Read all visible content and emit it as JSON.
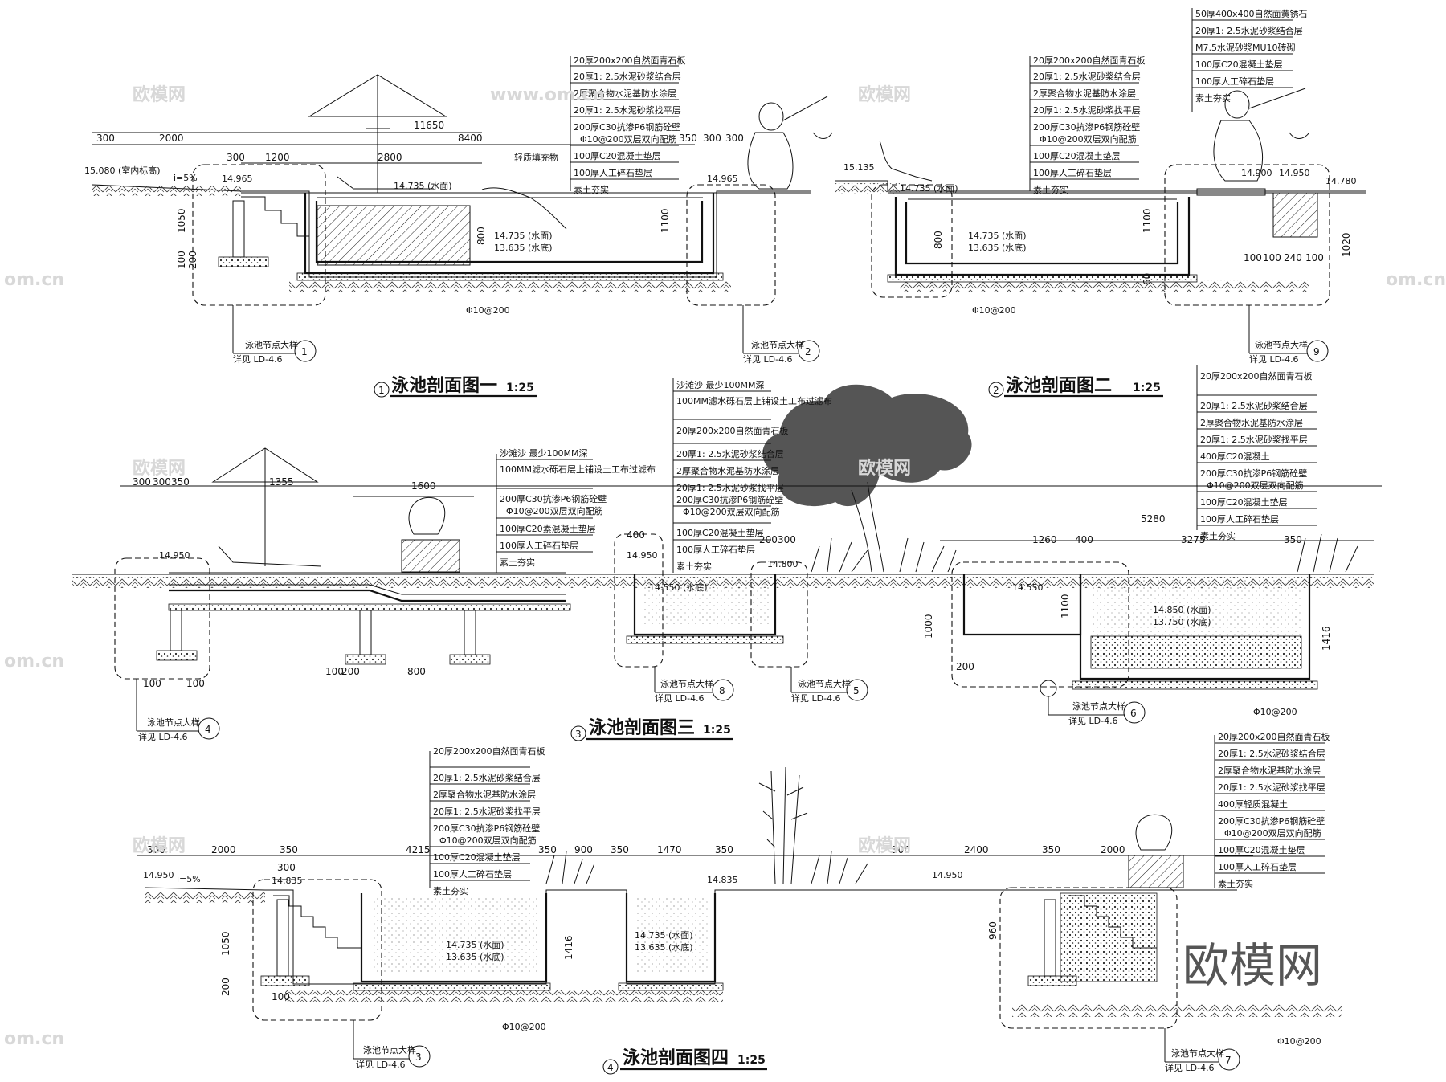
{
  "sections": [
    {
      "id": "s1",
      "number": "1",
      "title": "泳池剖面图一",
      "scale": "1:25",
      "dimensions": [
        "300",
        "2000",
        "11650",
        "8400",
        "300",
        "1200",
        "2800",
        "350",
        "300",
        "300",
        "1050",
        "1100",
        "800",
        "100",
        "200"
      ],
      "levels": [
        "15.080 (室内标高)",
        "14.965",
        "14.735 (水面)",
        "14.735 (水面)",
        "13.635 (水底)",
        "14.965"
      ],
      "slope": "i=5%",
      "labels": [
        "轻质填充物",
        "Φ10@200"
      ],
      "layers": [
        "20厚200x200自然面青石板",
        "20厚1: 2.5水泥砂浆结合层",
        "2厚聚合物水泥基防水涂层",
        "20厚1: 2.5水泥砂浆找平层",
        "200厚C30抗渗P6钢筋砼壁",
        "Φ10@200双层双向配筋",
        "100厚C20混凝土垫层",
        "100厚人工碎石垫层",
        "素土夯实"
      ],
      "callouts": [
        {
          "num": "1",
          "text": "泳池节点大样",
          "ref": "详见 LD-4.6"
        },
        {
          "num": "2",
          "text": "泳池节点大样",
          "ref": "详见 LD-4.6"
        }
      ]
    },
    {
      "id": "s2",
      "number": "2",
      "title": "泳池剖面图二",
      "scale": "1:25",
      "dimensions": [
        "1100",
        "800",
        "100",
        "100",
        "240",
        "100",
        "1020",
        "60"
      ],
      "levels": [
        "15.135",
        "14.735 (水面)",
        "14.735 (水面)",
        "13.635 (水底)",
        "14.900",
        "14.950",
        "14.780"
      ],
      "labels": [
        "Φ10@200"
      ],
      "layers": [
        "20厚200x200自然面青石板",
        "20厚1: 2.5水泥砂浆结合层",
        "2厚聚合物水泥基防水涂层",
        "20厚1: 2.5水泥砂浆找平层",
        "200厚C30抗渗P6钢筋砼壁",
        "Φ10@200双层双向配筋",
        "100厚C20混凝土垫层",
        "100厚人工碎石垫层",
        "素土夯实"
      ],
      "layers_top": [
        "50厚400x400自然面黄锈石",
        "20厚1: 2.5水泥砂浆结合层",
        "M7.5水泥砂浆MU10砖砌",
        "100厚C20混凝土垫层",
        "100厚人工碎石垫层",
        "素土夯实"
      ],
      "callouts": [
        {
          "num": "9",
          "text": "泳池节点大样",
          "ref": "详见 LD-4.6"
        }
      ]
    },
    {
      "id": "s3",
      "number": "3",
      "title": "泳池剖面图三",
      "scale": "1:25",
      "dimensions": [
        "300",
        "300",
        "350",
        "1355",
        "1600",
        "400",
        "800",
        "100",
        "200",
        "100",
        "100",
        "1000",
        "200",
        "300",
        "200",
        "5280",
        "1260",
        "400",
        "3275",
        "350",
        "1100",
        "1416"
      ],
      "levels": [
        "14.950",
        "14.950",
        "14.550 (水底)",
        "14.800",
        "14.850 (水面)",
        "13.750 (水底)",
        "14.550"
      ],
      "labels": [
        "Φ10@200"
      ],
      "layers_a": [
        "沙滩沙  最少100MM深",
        "100MM滤水砾石层上铺设土工布过滤布",
        "200厚C30抗渗P6钢筋砼壁",
        "Φ10@200双层双向配筋",
        "100厚C20素混凝土垫层",
        "100厚人工碎石垫层",
        "素土夯实"
      ],
      "layers_b": [
        "沙滩沙  最少100MM深",
        "100MM滤水砾石层上铺设土工布过滤布",
        "20厚200x200自然面青石板",
        "20厚1: 2.5水泥砂浆结合层",
        "2厚聚合物水泥基防水涂层",
        "20厚1: 2.5水泥砂浆找平层",
        "200厚C30抗渗P6钢筋砼壁",
        "Φ10@200双层双向配筋",
        "100厚C20混凝土垫层",
        "100厚人工碎石垫层",
        "素土夯实"
      ],
      "layers_c": [
        "20厚200x200自然面青石板",
        "20厚1: 2.5水泥砂浆结合层",
        "2厚聚合物水泥基防水涂层",
        "20厚1: 2.5水泥砂浆找平层",
        "400厚C20混凝土",
        "200厚C30抗渗P6钢筋砼壁",
        "Φ10@200双层双向配筋",
        "100厚C20混凝土垫层",
        "100厚人工碎石垫层",
        "素土夯实"
      ],
      "callouts": [
        {
          "num": "4",
          "text": "泳池节点大样",
          "ref": "详见 LD-4.6"
        },
        {
          "num": "8",
          "text": "泳池节点大样",
          "ref": "详见 LD-4.6"
        },
        {
          "num": "5",
          "text": "泳池节点大样",
          "ref": "详见 LD-4.6"
        },
        {
          "num": "6",
          "text": "泳池节点大样",
          "ref": "详见 LD-4.6"
        }
      ]
    },
    {
      "id": "s4",
      "number": "4",
      "title": "泳池剖面图四",
      "scale": "1:25",
      "dimensions": [
        "300",
        "2000",
        "350",
        "4215",
        "350",
        "900",
        "350",
        "1470",
        "350",
        "300",
        "2400",
        "350",
        "2000",
        "300",
        "1050",
        "1416",
        "100",
        "200",
        "960"
      ],
      "levels": [
        "14.950",
        "14.835",
        "14.735 (水面)",
        "13.635 (水底)",
        "14.735 (水面)",
        "13.635 (水底)",
        "14.835",
        "14.950"
      ],
      "slope": "i=5%",
      "labels": [
        "Φ10@200",
        "Φ10@200"
      ],
      "layers": [
        "20厚200x200自然面青石板",
        "20厚1: 2.5水泥砂浆结合层",
        "2厚聚合物水泥基防水涂层",
        "20厚1: 2.5水泥砂浆找平层",
        "200厚C30抗渗P6钢筋砼壁",
        "Φ10@200双层双向配筋",
        "100厚C20混凝土垫层",
        "100厚人工碎石垫层",
        "素土夯实"
      ],
      "layers_b": [
        "20厚200x200自然面青石板",
        "20厚1: 2.5水泥砂浆结合层",
        "2厚聚合物水泥基防水涂层",
        "20厚1: 2.5水泥砂浆找平层",
        "400厚轻质混凝土",
        "200厚C30抗渗P6钢筋砼壁",
        "Φ10@200双层双向配筋",
        "100厚C20混凝土垫层",
        "100厚人工碎石垫层",
        "素土夯实"
      ],
      "callouts": [
        {
          "num": "3",
          "text": "泳池节点大样",
          "ref": "详见 LD-4.6"
        },
        {
          "num": "7",
          "text": "泳池节点大样",
          "ref": "详见 LD-4.6"
        }
      ]
    }
  ],
  "watermark": {
    "brand": "欧模网",
    "site": "www.om.cn",
    "tile": "欧模网",
    "domain": "om.cn"
  },
  "colors": {
    "ink": "#111111",
    "tree": "#555555",
    "watermark": "#d8d8d8"
  }
}
